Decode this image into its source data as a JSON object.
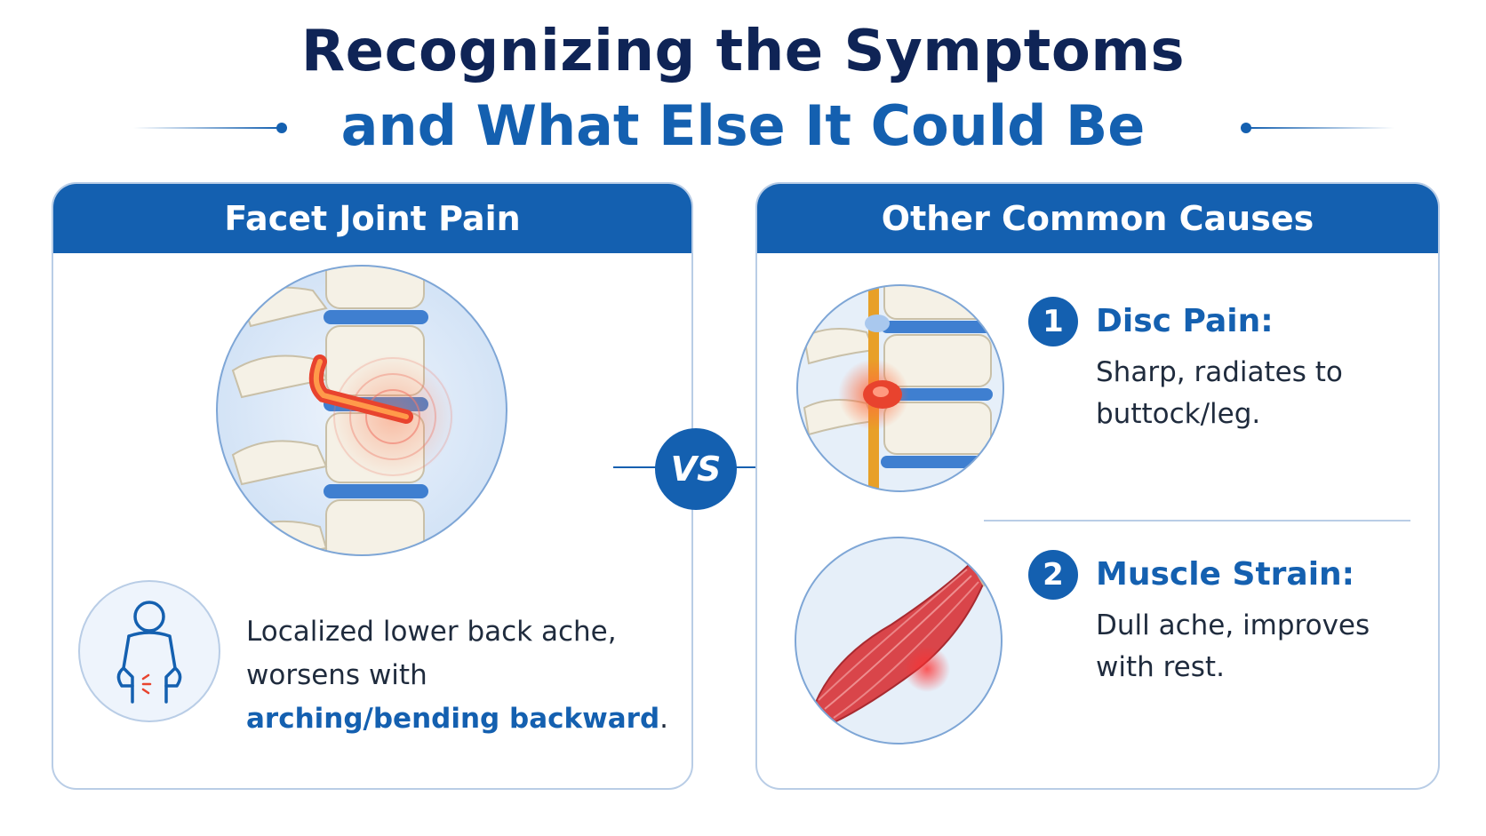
{
  "title": {
    "line1": "Recognizing the Symptoms",
    "line2": "and What Else It Could Be"
  },
  "left_panel": {
    "header": "Facet Joint Pain",
    "description_part1": "Localized lower back ache, worsens with ",
    "description_highlight": "arching/bending backward",
    "description_end": "."
  },
  "vs_label": "VS",
  "right_panel": {
    "header": "Other Common Causes",
    "causes": [
      {
        "number": "1",
        "title": "Disc Pain:",
        "text": "Sharp, radiates to buttock/leg."
      },
      {
        "number": "2",
        "title": "Muscle Strain:",
        "text": "Dull ache, improves with rest."
      }
    ]
  },
  "colors": {
    "navy": "#0f2456",
    "brand_blue": "#1460b0",
    "border": "#b9cde6",
    "pain_red": "#e8432e",
    "disc_blue": "#3f7fd0"
  },
  "icons": [
    "spine-facet-illustration",
    "back-pain-person-icon",
    "herniated-disc-illustration",
    "muscle-strain-illustration"
  ]
}
